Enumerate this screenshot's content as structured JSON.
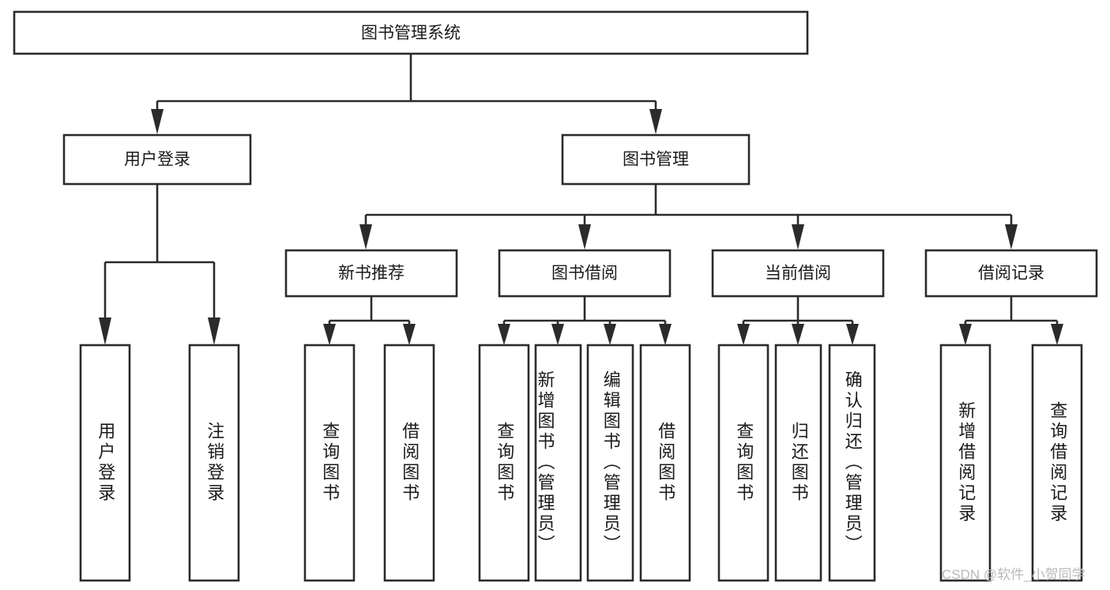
{
  "diagram": {
    "type": "tree-hierarchy",
    "title": "图书管理系统",
    "orientation": "top-down",
    "root": {
      "label": "图书管理系统",
      "level": 0
    },
    "level2": [
      {
        "label": "用户登录"
      },
      {
        "label": "图书管理"
      }
    ],
    "level3": [
      {
        "label": "新书推荐",
        "parent": "图书管理"
      },
      {
        "label": "图书借阅",
        "parent": "图书管理"
      },
      {
        "label": "当前借阅",
        "parent": "图书管理"
      },
      {
        "label": "借阅记录",
        "parent": "图书管理"
      }
    ],
    "leaves": {
      "user_login": [
        {
          "label": "用户登录"
        },
        {
          "label": "注销登录"
        }
      ],
      "new_book_recommend": [
        {
          "label": "查询图书"
        },
        {
          "label": "借阅图书"
        }
      ],
      "book_borrow": [
        {
          "label": "查询图书"
        },
        {
          "label": "新增图书（管理员）"
        },
        {
          "label": "编辑图书（管理员）"
        },
        {
          "label": "借阅图书"
        }
      ],
      "current_borrow": [
        {
          "label": "查询图书"
        },
        {
          "label": "归还图书"
        },
        {
          "label": "确认归还（管理员）"
        }
      ],
      "borrow_record": [
        {
          "label": "新增借阅记录"
        },
        {
          "label": "查询借阅记录"
        }
      ]
    }
  },
  "watermark": {
    "text": "CSDN @软件_小贺同学"
  },
  "colors": {
    "stroke": "#2b2b2b",
    "fill": "#ffffff",
    "text": "#1a1a1a",
    "watermark": "#b9b9b9"
  }
}
